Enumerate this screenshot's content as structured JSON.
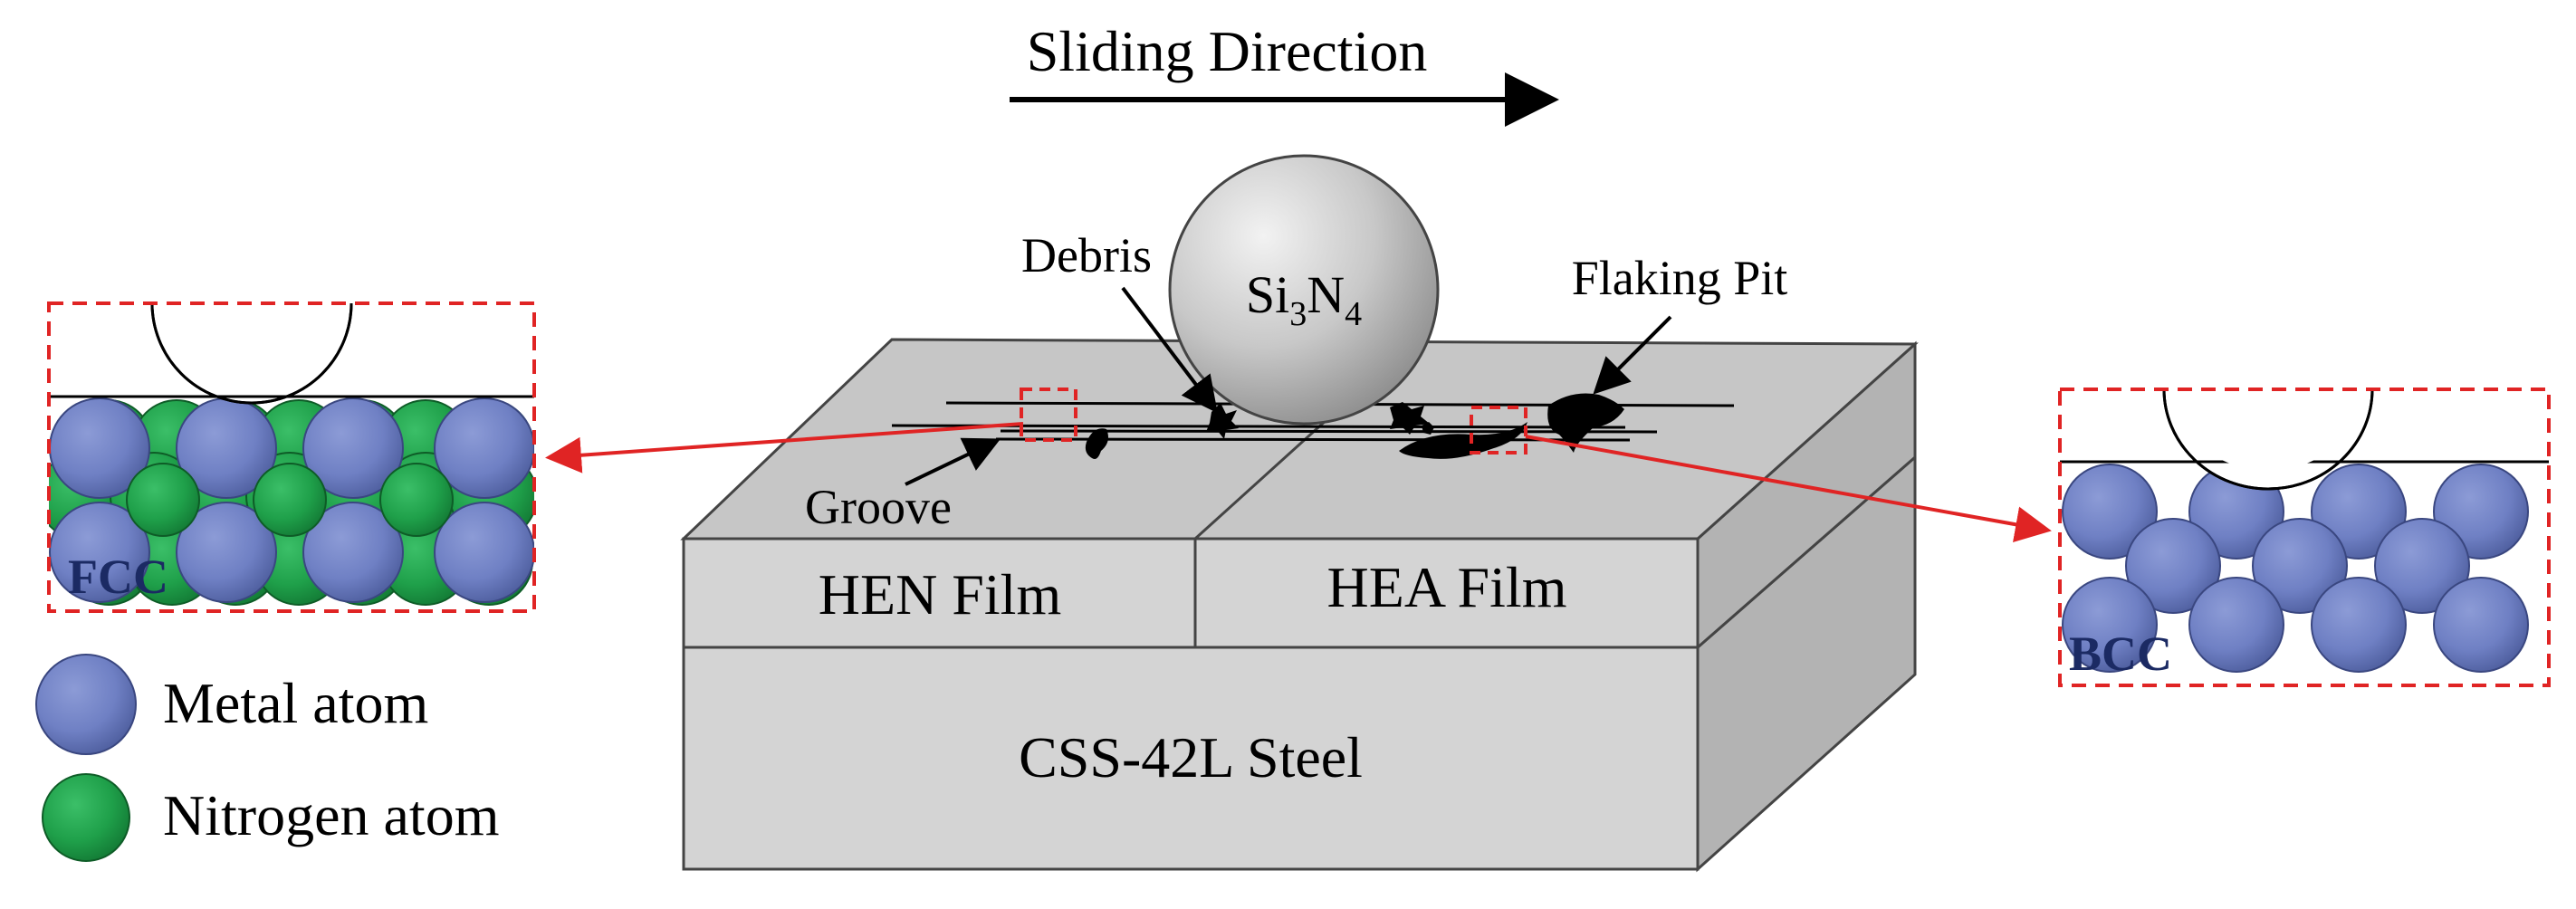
{
  "diagram": {
    "sliding_direction": "Sliding Direction",
    "ball": {
      "main": "Si",
      "sub1": "3",
      "mid": "N",
      "sub2": "4"
    },
    "labels": {
      "debris": "Debris",
      "flaking_pit": "Flaking Pit",
      "groove": "Groove",
      "hen_film": "HEN Film",
      "hea_film": "HEA Film",
      "substrate": "CSS-42L Steel"
    },
    "insets": {
      "left_structure": "FCC",
      "right_structure": "BCC"
    },
    "legend": [
      {
        "label": "Metal atom",
        "color": "#6f80c4",
        "icon": "metal-atom-icon"
      },
      {
        "label": "Nitrogen atom",
        "color": "#1fa04a",
        "icon": "nitrogen-atom-icon"
      }
    ],
    "colors": {
      "metal_atom": "#6f80c4",
      "nitrogen_atom": "#1fa04a",
      "highlight_box": "#e02424",
      "block_face": "#d4d4d4",
      "block_top": "#c6c6c6",
      "block_side": "#b3b3b3"
    }
  }
}
